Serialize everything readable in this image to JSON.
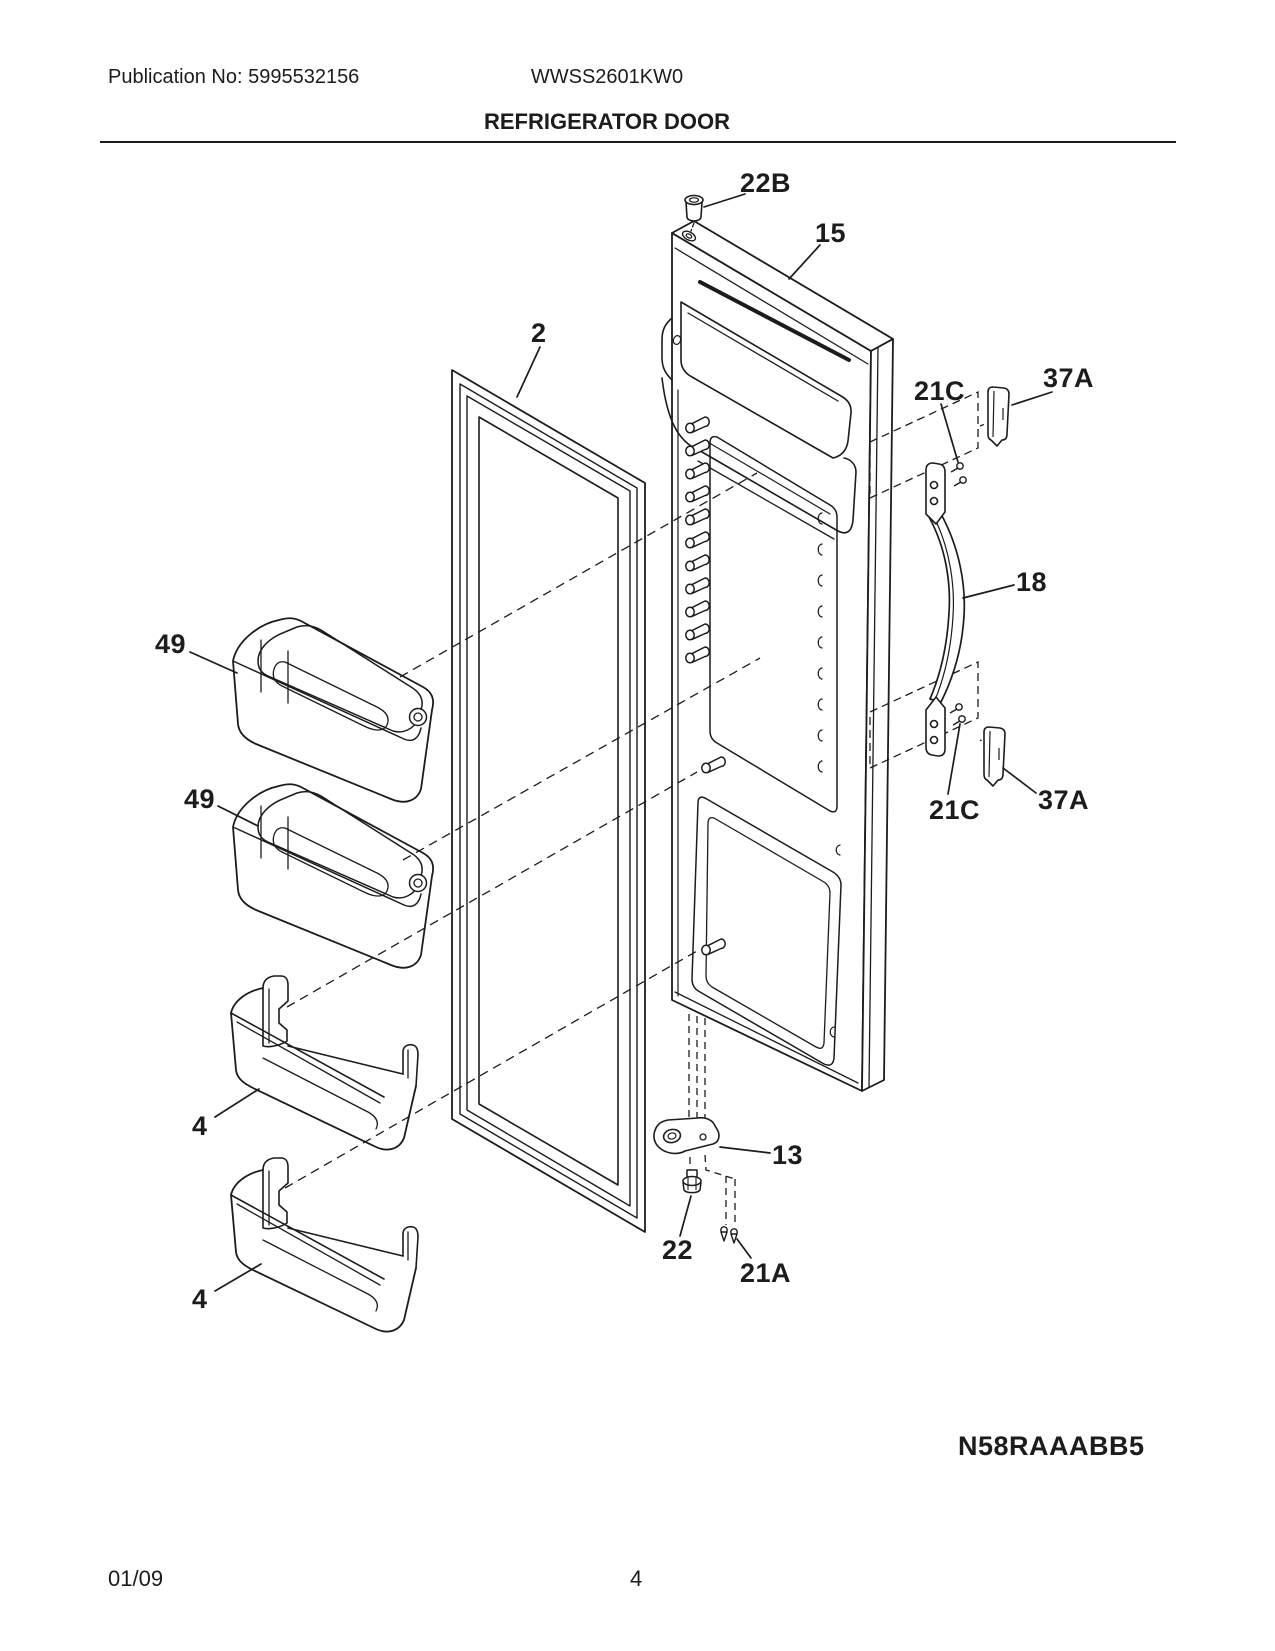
{
  "header": {
    "publication": "Publication No: 5995532156",
    "model": "WWSS2601KW0",
    "section_title": "REFRIGERATOR DOOR"
  },
  "diagram": {
    "parts": {
      "door_stop_22b": "22B",
      "door_15": "15",
      "gasket_2": "2",
      "screw_21c_top": "21C",
      "trim_37a_top": "37A",
      "handle_18": "18",
      "screw_21c_bottom": "21C",
      "trim_37a_bottom": "37A",
      "bin_49_upper": "49",
      "bin_49_lower": "49",
      "shelf_4_upper": "4",
      "shelf_4_lower": "4",
      "hinge_13": "13",
      "nut_22": "22",
      "screw_21a": "21A"
    },
    "drawing_code": "N58RAAABB5"
  },
  "footer": {
    "date": "01/09",
    "page": "4"
  }
}
